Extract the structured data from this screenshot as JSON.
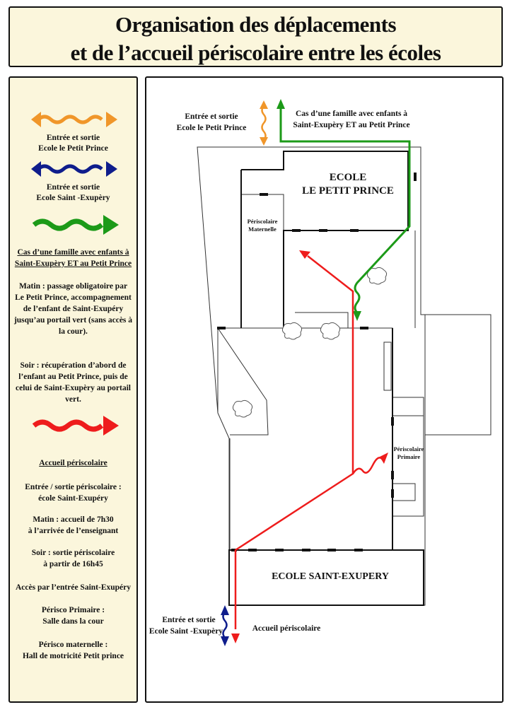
{
  "title": {
    "line1": "Organisation des déplacements",
    "line2": "et de l’accueil périscolaire entre les écoles"
  },
  "colors": {
    "orange": "#f0962a",
    "blue": "#0f1d8c",
    "green": "#1c9a18",
    "red": "#ee1c1c",
    "panel": "#fbf6dc"
  },
  "legend": {
    "orange_line1": "Entrée et sortie",
    "orange_line2": "Ecole le Petit Prince",
    "blue_line1": "Entrée et sortie",
    "blue_line2": "Ecole Saint -Exupèry",
    "green_line1": "Cas d’une famille avec enfants à",
    "green_line2": "Saint-Exupèry ET au Petit Prince",
    "morning_l1": "Matin : passage obligatoire par",
    "morning_l2": "Le Petit Prince, accompagnement",
    "morning_l3": "de l’enfant de Saint-Exupéry",
    "morning_l4": "jusqu’au portail vert (sans accès à",
    "morning_l5": "la cour).",
    "evening_l1": "Soir : récupération d’abord de",
    "evening_l2": "l’enfant au Petit Prince, puis de",
    "evening_l3": "celui de Saint-Exupèry au portail",
    "evening_l4": "vert.",
    "accueil_title": "Accueil périscolaire",
    "entree_l1": "Entrée / sortie périscolaire :",
    "entree_l2": "école Saint-Exupéry",
    "matin_l1": "Matin : accueil de 7h30",
    "matin_l2": "à l’arrivée de l’enseignant",
    "soir_l1": "Soir : sortie périscolaire",
    "soir_l2": "à partir de 16h45",
    "acces": "Accès par l’entrée Saint-Exupéry",
    "primaire_l1": "Périsco Primaire :",
    "primaire_l2": "Salle dans la cour",
    "maternelle_l1": "Périsco maternelle :",
    "maternelle_l2": "Hall de motricité Petit prince"
  },
  "map": {
    "pp_entry_l1": "Entrée et sortie",
    "pp_entry_l2": "Ecole le Petit Prince",
    "family_l1": "Cas d’une famille avec enfants à",
    "family_l2": "Saint-Exupèry ET au Petit Prince",
    "pp_school_l1": "ECOLE",
    "pp_school_l2": "LE PETIT PRINCE",
    "peri_mat_l1": "Périscolaire",
    "peri_mat_l2": "Maternelle",
    "peri_prim_l1": "Périscolaire",
    "peri_prim_l2": "Primaire",
    "se_school": "ECOLE SAINT-EXUPERY",
    "se_entry_l1": "Entrée et sortie",
    "se_entry_l2": "Ecole Saint -Exupèry",
    "accueil": "Accueil périscolaire"
  }
}
